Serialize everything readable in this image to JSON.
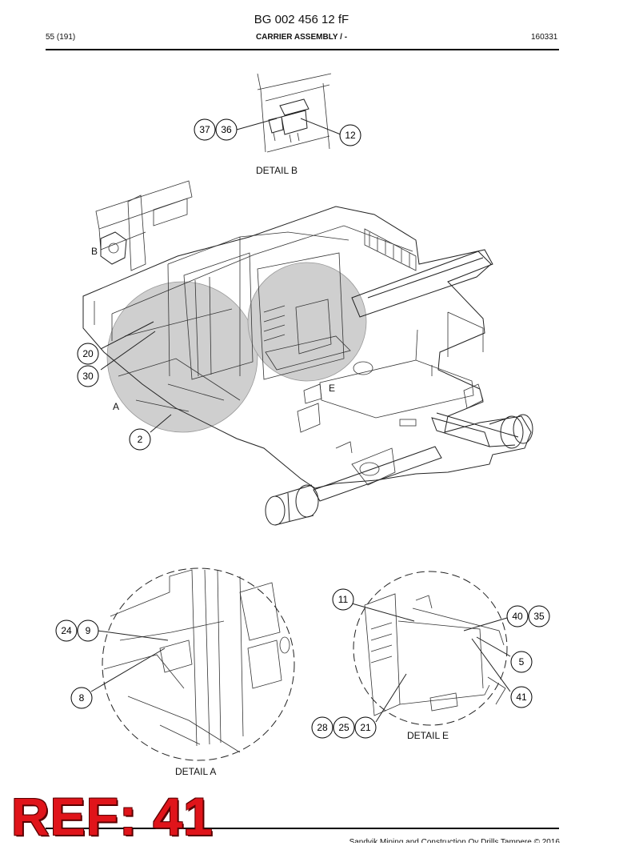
{
  "header": {
    "doc_id": "BG 002 456 12 fF",
    "page": "55 (191)",
    "section": "CARRIER ASSEMBLY / -",
    "date_code": "160331"
  },
  "detail_labels": {
    "b": "DETAIL B",
    "a": "DETAIL A",
    "e": "DETAIL E"
  },
  "view_letters": {
    "b": "B",
    "a": "A",
    "e": "E"
  },
  "callouts": {
    "c37": "37",
    "c36": "36",
    "c12": "12",
    "c20": "20",
    "c30": "30",
    "c2": "2",
    "c24": "24",
    "c9": "9",
    "c8": "8",
    "c11": "11",
    "c40": "40",
    "c35": "35",
    "c5": "5",
    "c41": "41",
    "c28": "28",
    "c25": "25",
    "c21": "21"
  },
  "stamp": "REF: 41",
  "footer": "Sandvik Mining and Construction Oy Drills Tampere © 2016"
}
